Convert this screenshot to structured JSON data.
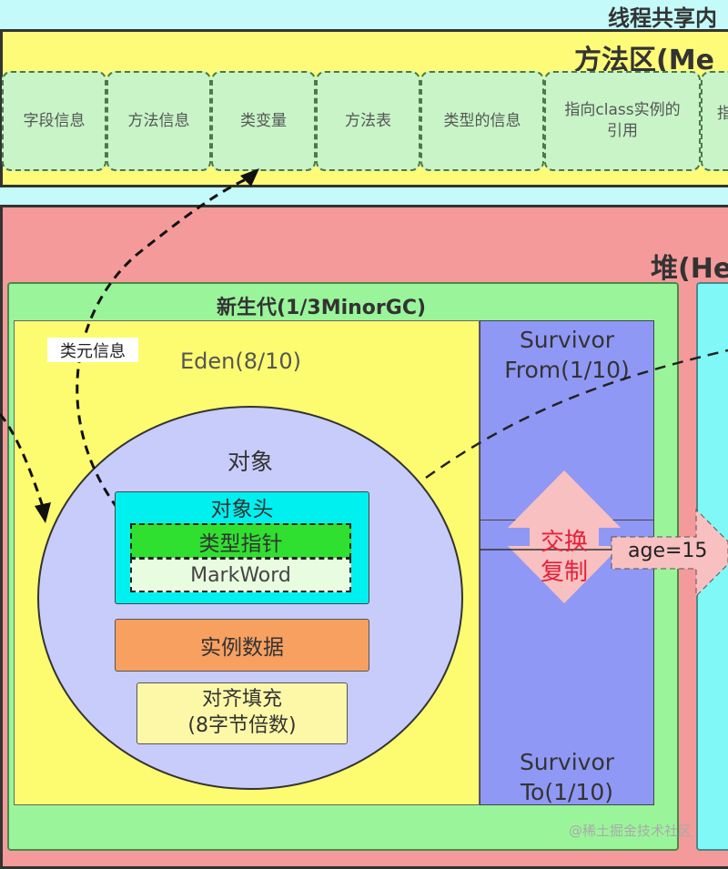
{
  "thread_shared_title": "线程共享内",
  "method_area": {
    "title": "方法区(Me",
    "cells": [
      "字段信息",
      "方法信息",
      "类变量",
      "方法表",
      "类型的信息",
      "指向class实例的引用",
      "指"
    ]
  },
  "heap": {
    "title": "堆(He"
  },
  "young": {
    "title": "新生代(1/3MinorGC)",
    "eden": "Eden(8/10)",
    "survivor_from": [
      "Survivor",
      "From(1/10)"
    ],
    "survivor_to": [
      "Survivor",
      "To(1/10)"
    ],
    "swap": [
      "交换",
      "复制"
    ],
    "age": "age=15"
  },
  "object": {
    "title": "对象",
    "header": "对象头",
    "type_pointer": "类型指针",
    "markword": "MarkWord",
    "instance_data": "实例数据",
    "padding": [
      "对齐填充",
      "(8字节倍数)"
    ]
  },
  "class_meta_label": "类元信息",
  "watermark": "@稀土掘金技术社区",
  "colors": {
    "method_area": "#fdfb78",
    "heap": "#f59a9a",
    "young": "#9af59a",
    "eden": "#fdfb70",
    "survivor": "#9098f5",
    "old": "#80f8f8",
    "object": "#c8ccfa",
    "header": "#00f0f0",
    "type_pointer": "#30e030",
    "instance": "#f8a060",
    "padding": "#fdf8a8"
  }
}
